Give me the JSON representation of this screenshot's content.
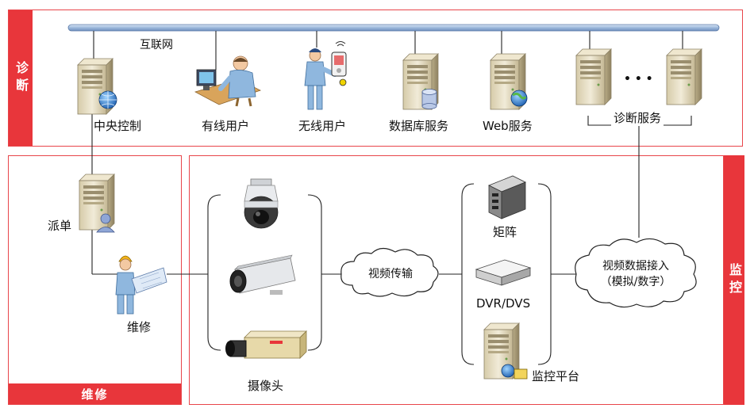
{
  "zones": {
    "diagnosis": {
      "tag": "诊断"
    },
    "maintenance": {
      "tag": "维修"
    },
    "monitoring": {
      "tag": "监控"
    }
  },
  "network": {
    "label": "互联网"
  },
  "servers": {
    "central": "中央控制",
    "wired": "有线用户",
    "wireless": "无线用户",
    "database": "数据库服务",
    "web": "Web服务",
    "diagnosis": "诊断服务",
    "ellipsis": "• • •"
  },
  "maintenance": {
    "dispatch": "派单",
    "repair": "维修"
  },
  "cameras": {
    "label": "摄像头"
  },
  "clouds": {
    "transmission": "视频传输",
    "access_line1": "视频数据接入",
    "access_line2": "（模拟/数字）"
  },
  "devices": {
    "matrix": "矩阵",
    "dvr": "DVR/DVS",
    "platform": "监控平台"
  },
  "icons": [
    "server-icon",
    "globe-icon",
    "person-computer-icon",
    "person-phone-icon",
    "database-icon",
    "user-icon",
    "worker-icon",
    "dome-camera-icon",
    "bullet-camera-icon",
    "box-camera-icon",
    "matrix-icon",
    "dvr-icon"
  ],
  "colors": {
    "accent_red": "#e8363b",
    "bus_blue": "#a9c3e2",
    "server_beige": "#e9e0c8"
  }
}
